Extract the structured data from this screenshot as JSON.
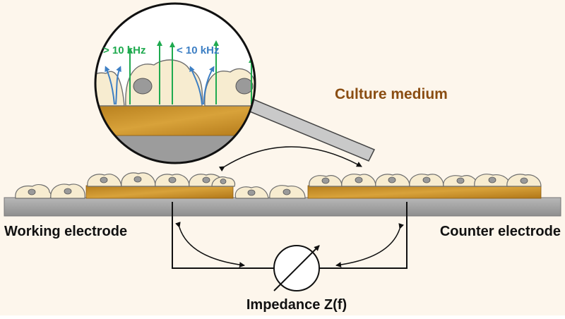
{
  "labels": {
    "culture_medium": "Culture medium",
    "working_electrode": "Working electrode",
    "counter_electrode": "Counter electrode",
    "impedance": "Impedance Z(f)",
    "high_freq": "> 10 kHz",
    "low_freq": "< 10 kHz"
  },
  "colors": {
    "background": "#fdf6ec",
    "high_freq": "#1faa4f",
    "low_freq": "#3d7fc4",
    "culture_medium": "#8a4d12",
    "substrate": "#a9a9a9",
    "gold": "#c9901f",
    "cell": "#f7ecd0",
    "wire": "#111111"
  },
  "icons": {
    "meter": "impedance-meter-icon",
    "cell": "cell-icon",
    "magnifier": "magnifier-lens-icon"
  }
}
